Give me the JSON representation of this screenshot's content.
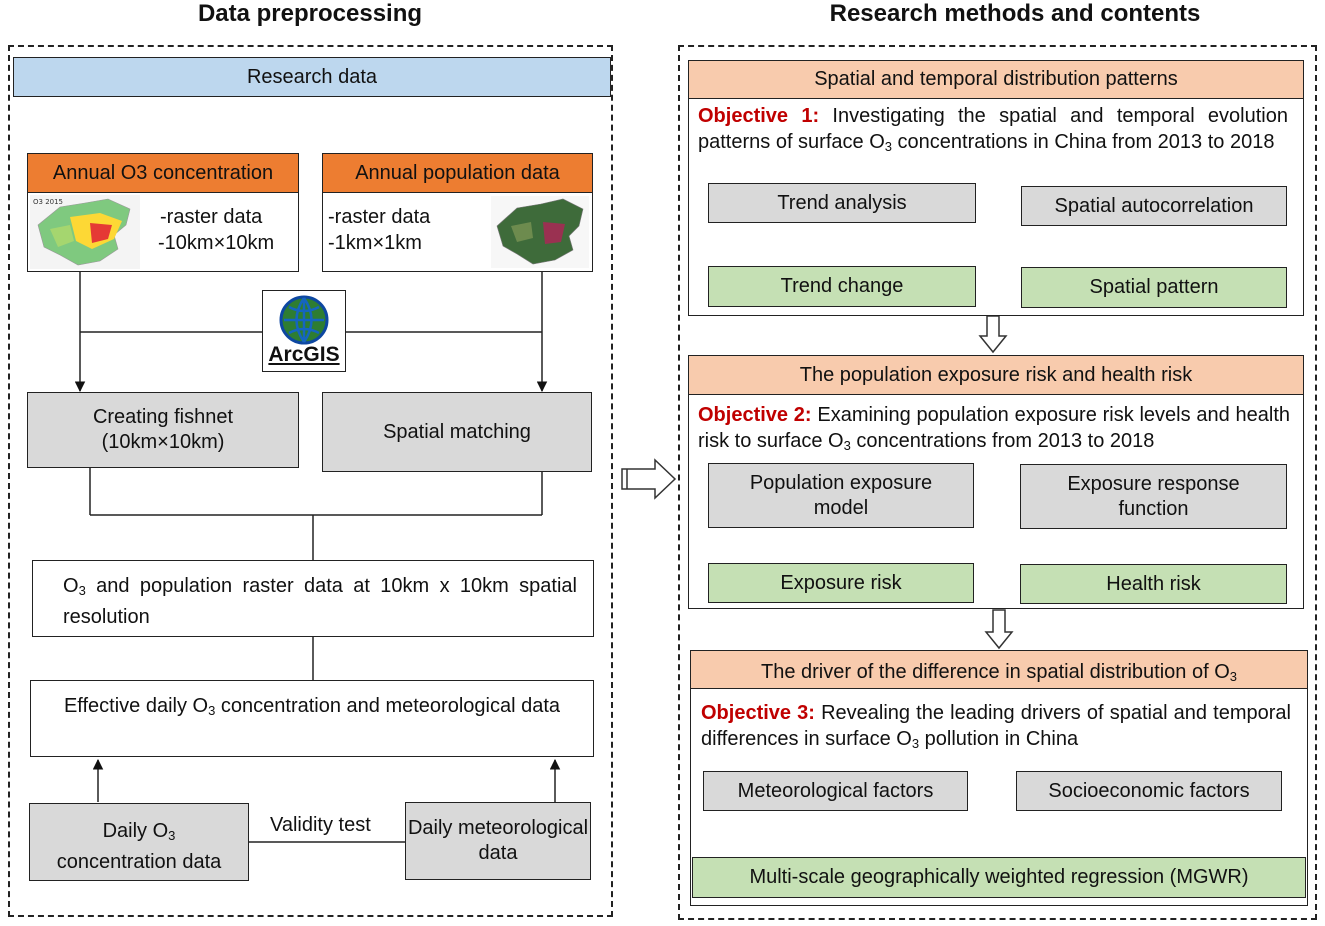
{
  "left": {
    "title": "Data preprocessing",
    "research_data": "Research data",
    "annual_o3": {
      "title": "Annual O3 concentration",
      "line1": "-raster data",
      "line2": "-10km×10km",
      "map_year": "O3 2015"
    },
    "annual_pop": {
      "title": "Annual population data",
      "line1": "-raster data",
      "line2": "-1km×1km"
    },
    "arcgis": "ArcGIS",
    "fishnet": {
      "line1": "Creating fishnet",
      "line2": "(10km×10km)"
    },
    "spatial_matching": "Spatial matching",
    "raster_box": {
      "part1": "O",
      "sub": "3",
      "part2": " and population raster data at 10km x 10km spatial resolution"
    },
    "effective_box": {
      "part1": "Effective daily O",
      "sub": "3",
      "part2": " concentration and meteorological data"
    },
    "daily_o3": {
      "part1": "Daily O",
      "sub": "3",
      "part2": "concentration data"
    },
    "validity": "Validity test",
    "daily_met": "Daily meteorological data"
  },
  "right": {
    "title": "Research methods and contents",
    "sec1": {
      "header": "Spatial and temporal distribution patterns",
      "obj_label": "Objective 1:",
      "obj_text1": " Investigating the spatial and temporal evolution patterns of surface O",
      "obj_sub": "3",
      "obj_text2": " concentrations in China from 2013 to 2018",
      "trend_analysis": "Trend analysis",
      "spatial_auto": "Spatial autocorrelation",
      "trend_change": "Trend change",
      "spatial_pattern": "Spatial pattern"
    },
    "sec2": {
      "header": "The population exposure risk and health risk",
      "obj_label": "Objective 2:",
      "obj_text1": " Examining population exposure risk levels and health risk to surface O",
      "obj_sub": "3",
      "obj_text2": " concentrations from 2013 to 2018",
      "pop_model": "Population exposure model",
      "erf": "Exposure response function",
      "exposure_risk": "Exposure risk",
      "health_risk": "Health risk"
    },
    "sec3": {
      "header_part1": "The driver of the difference in spatial distribution of O",
      "header_sub": "3",
      "obj_label": "Objective 3:",
      "obj_text1": " Revealing the leading drivers of spatial and temporal differences in surface O",
      "obj_sub": "3",
      "obj_text2": " pollution in China",
      "met_factors": "Meteorological factors",
      "socio_factors": "Socioeconomic factors",
      "mgwr": "Multi-scale geographically weighted regression (MGWR)"
    }
  },
  "colors": {
    "gray": "#d9d9d9",
    "green": "#c5e0b4",
    "orange_light": "#f8cbad",
    "orange": "#ed7d31",
    "blue": "#bdd7ee",
    "red": "#c00000"
  }
}
